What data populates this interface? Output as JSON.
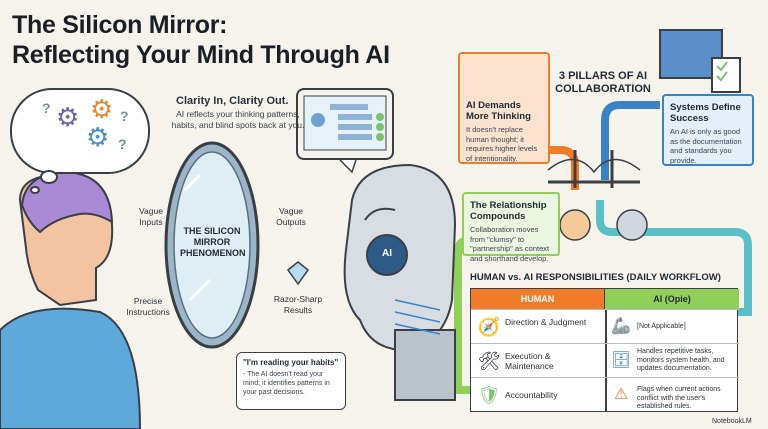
{
  "title": {
    "line1": "The Silicon Mirror:",
    "line2": "Reflecting Your Mind Through AI"
  },
  "left_panel": {
    "clarity_heading": "Clarity In, Clarity Out.",
    "clarity_subtext": "AI reflects your thinking patterns, habits, and blind spots back at you.",
    "vague_inputs": "Vague Inputs",
    "precise_instructions": "Precise Instructions",
    "mirror_label": "THE SILICON MIRROR PHENOMENON",
    "vague_outputs": "Vague Outputs",
    "razor_results": "Razor-Sharp Results",
    "robot_badge": "AI",
    "quote_title": "\"I'm reading your habits\"",
    "quote_body": "- The AI doesn't read your mind; it identifies patterns in your past decisions."
  },
  "pillars": {
    "title": "3 PILLARS OF AI COLLABORATION",
    "p1_title": "AI Demands More Thinking",
    "p1_body": "It doesn't replace human thought; it requires higher levels of intentionality.",
    "p2_title": "Systems Define Success",
    "p2_body": "An AI is only as good as the documentation and standards you provide.",
    "p3_title": "The Relationship Compounds",
    "p3_body": "Collaboration moves from \"clumsy\" to \"partnership\" as context and shorthand develop."
  },
  "responsibilities": {
    "title": "HUMAN vs. AI RESPONSIBILITIES (DAILY WORKFLOW)",
    "col_human": "HUMAN",
    "col_ai": "AI (Opie)",
    "rows": [
      {
        "human": "Direction & Judgment",
        "ai": "[Not Applicable]"
      },
      {
        "human": "Execution & Maintenance",
        "ai": "Handles repetitive tasks, monitors system health, and updates documentation."
      },
      {
        "human": "Accountability",
        "ai": "Flags when current actions conflict with the user's established rules."
      }
    ]
  },
  "footer": {
    "brand": "NotebookLM"
  },
  "colors": {
    "orange": "#f07c2a",
    "blue": "#3b82c4",
    "green": "#8fcf5a",
    "teal": "#5bc0c6"
  }
}
